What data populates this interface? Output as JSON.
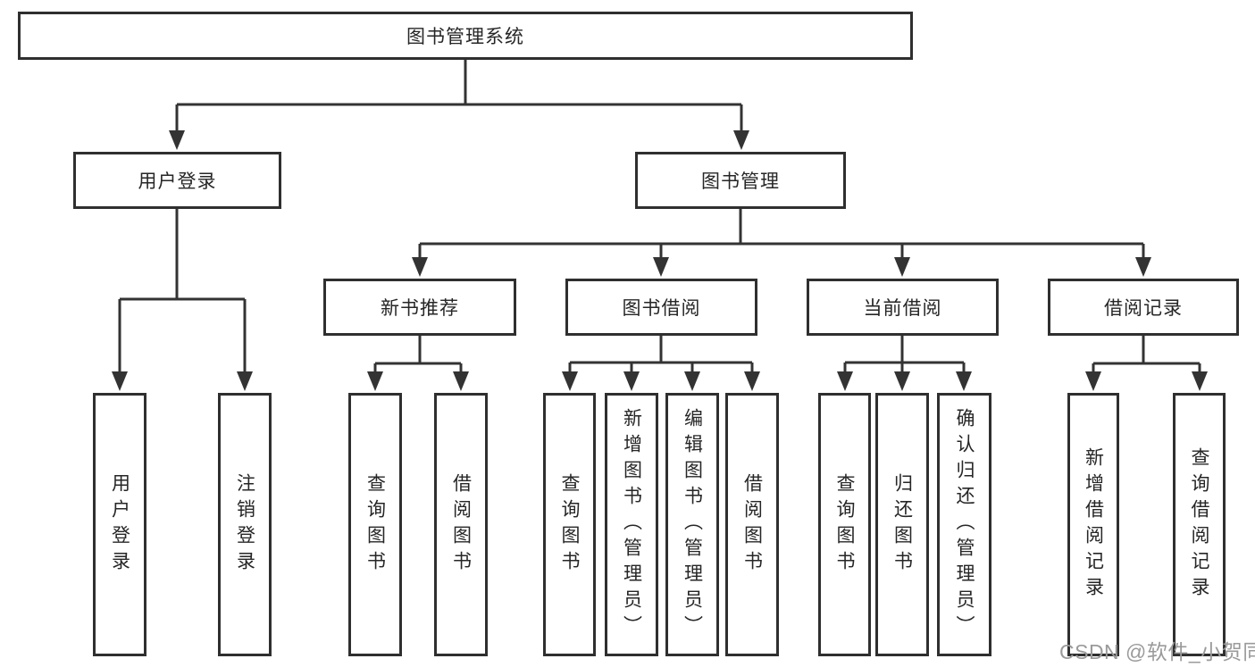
{
  "tree": {
    "root": {
      "label": "图书管理系统",
      "children": [
        {
          "label": "用户登录",
          "children": [
            {
              "label": "用户登录"
            },
            {
              "label": "注销登录"
            }
          ]
        },
        {
          "label": "图书管理",
          "children": [
            {
              "label": "新书推荐",
              "children": [
                {
                  "label": "查询图书"
                },
                {
                  "label": "借阅图书"
                }
              ]
            },
            {
              "label": "图书借阅",
              "children": [
                {
                  "label": "查询图书"
                },
                {
                  "label": "新增图书（管理员）"
                },
                {
                  "label": "编辑图书（管理员）"
                },
                {
                  "label": "借阅图书"
                }
              ]
            },
            {
              "label": "当前借阅",
              "children": [
                {
                  "label": "查询图书"
                },
                {
                  "label": "归还图书"
                },
                {
                  "label": "确认归还（管理员）"
                }
              ]
            },
            {
              "label": "借阅记录",
              "children": [
                {
                  "label": "新增借阅记录"
                },
                {
                  "label": "查询借阅记录"
                }
              ]
            }
          ]
        }
      ]
    }
  },
  "watermark": {
    "text": "CSDN @软件_小贺同学",
    "color": "#9a9a9a"
  },
  "colors": {
    "line": "#333333",
    "node_border": "#2f2f2f",
    "node_background": "#ffffff",
    "text": "#262626",
    "page_background": "#ffffff"
  }
}
